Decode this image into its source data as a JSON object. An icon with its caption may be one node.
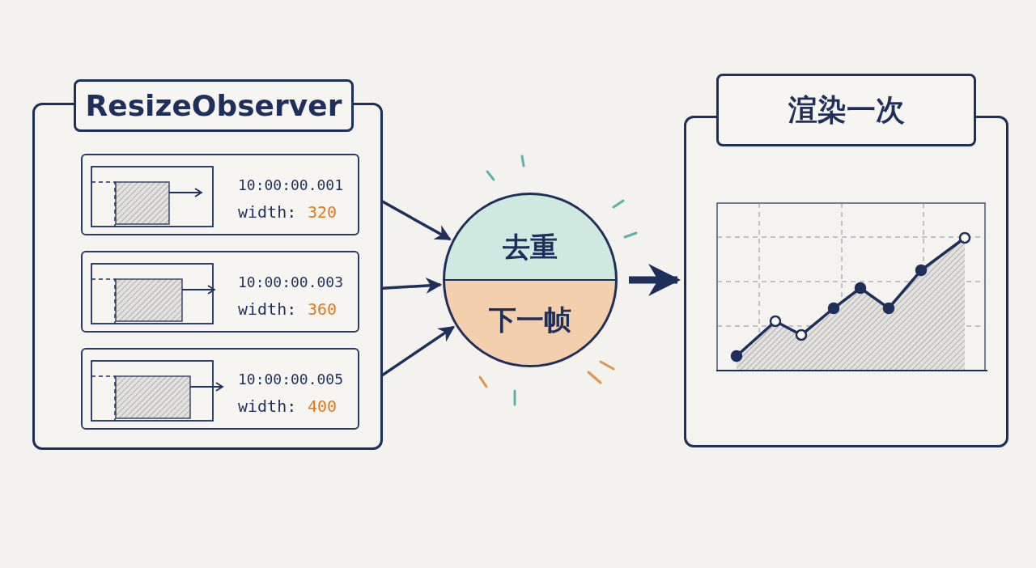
{
  "diagram": {
    "nodes": [
      {
        "text": [
          "ResizeObserver"
        ]
      },
      {
        "text": [
          "10:00:00.001",
          "width:",
          "320"
        ],
        "in": 0
      },
      {
        "text": [
          "10:00:00.003",
          "width:",
          "360"
        ],
        "in": 0
      },
      {
        "text": [
          "10:00:00.005",
          "width:",
          "400"
        ],
        "in": 0
      },
      {
        "text": [
          "去重",
          "下一帧"
        ]
      },
      {
        "text": [
          "渲染一次"
        ]
      }
    ],
    "edges": [
      {
        "from": 1,
        "to": 4,
        "arrow": "to"
      },
      {
        "from": 2,
        "to": 4,
        "arrow": "to"
      },
      {
        "from": 3,
        "to": 4,
        "arrow": "to"
      },
      {
        "from": 4,
        "to": 5,
        "arrow": "to",
        "style": "thick"
      }
    ]
  }
}
